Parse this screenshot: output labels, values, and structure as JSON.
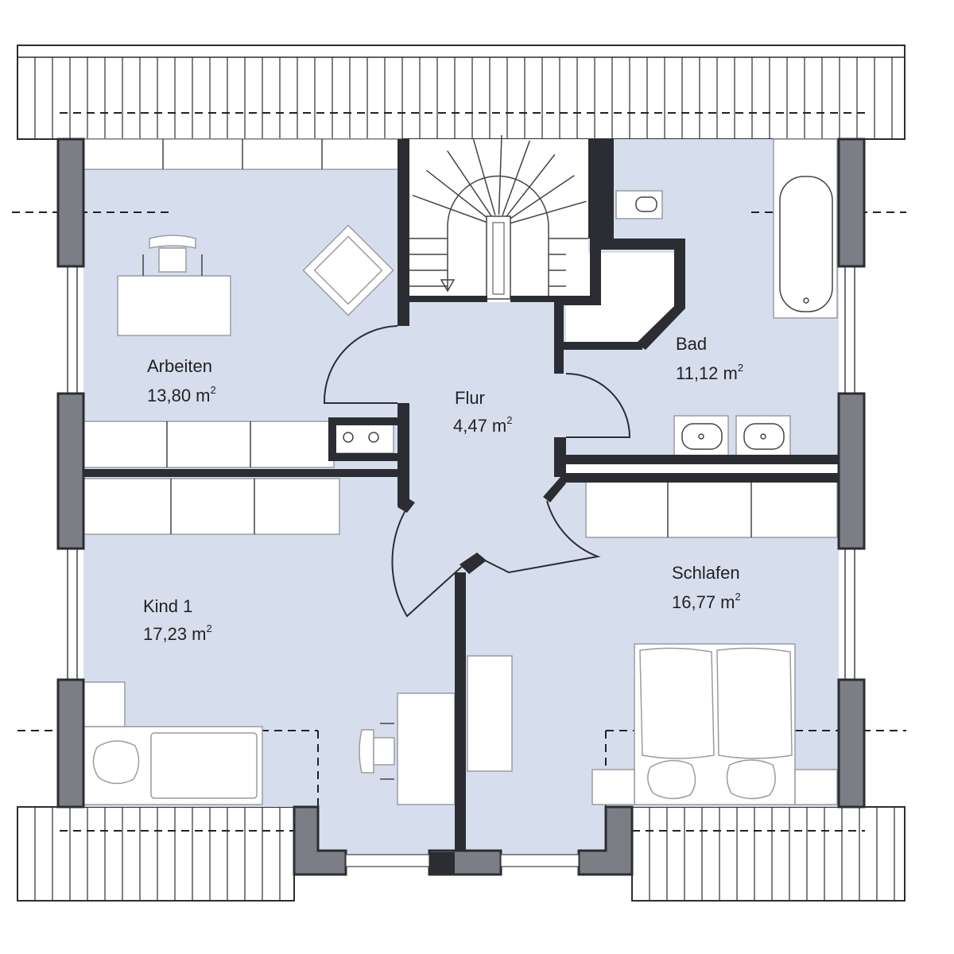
{
  "rooms": [
    {
      "name": "Arbeiten",
      "area": "13,80 m",
      "sup": "2"
    },
    {
      "name": "Flur",
      "area": "4,47 m",
      "sup": "2"
    },
    {
      "name": "Bad",
      "area": "11,12 m",
      "sup": "2"
    },
    {
      "name": "Kind 1",
      "area": "17,23 m",
      "sup": "2"
    },
    {
      "name": "Schlafen",
      "area": "16,77 m",
      "sup": "2"
    }
  ],
  "colors": {
    "floor": "#d6deee",
    "wall": "#2b2d33",
    "pier": "#7b7e84",
    "furniture": "#ffffff"
  },
  "icons": [
    "stair-icon",
    "bathtub-icon",
    "toilet-icon",
    "sink-icon",
    "bed-icon",
    "desk-icon",
    "chair-icon",
    "stove-icon"
  ]
}
